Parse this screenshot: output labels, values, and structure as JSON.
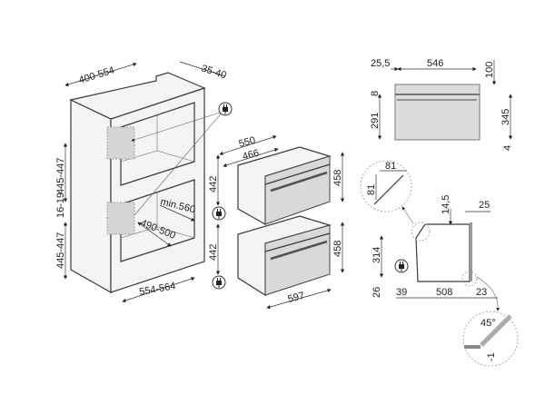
{
  "cabinet": {
    "depth": "400-554",
    "back_gap": "35-40",
    "upper_height": "445-447",
    "gap": "16-19",
    "lower_height": "445-447",
    "min_depth": "min.560",
    "niche_depth": "490-500",
    "width": "554-564"
  },
  "ovens": {
    "depth_total": "550",
    "depth_body": "466",
    "upper_body_height": "442",
    "upper_front_height": "458",
    "lower_body_height": "442",
    "lower_front_height": "458",
    "front_width": "597"
  },
  "front_view": {
    "left_offset": "25,5",
    "width": "546",
    "top": "100",
    "strip": "8",
    "body_height": "291",
    "total_height": "345",
    "bottom": "4"
  },
  "side_view": {
    "chamfer_w": "81",
    "chamfer_h": "81",
    "top_gap": "14,5",
    "door": "25",
    "height": "314",
    "base": "26",
    "rear": "39",
    "depth": "508",
    "front": "23",
    "angle": "45°",
    "offset": "-1"
  },
  "icons": [
    "plug-icon"
  ]
}
